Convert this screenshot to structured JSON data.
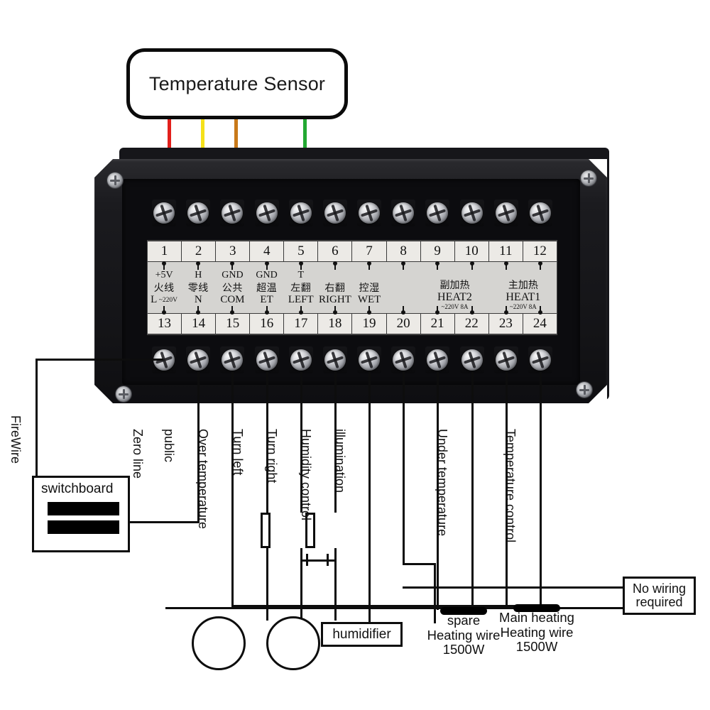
{
  "diagram": {
    "title": "Temperature Sensor",
    "sensor_box_label": "Temperature Sensor",
    "sensor_wires": [
      {
        "terminal": 1,
        "color": "#e2201c",
        "name": "red-sensor-wire"
      },
      {
        "terminal": 2,
        "color": "#f5e11a",
        "name": "yellow-sensor-wire"
      },
      {
        "terminal": 3,
        "color": "#c8791a",
        "name": "orange-sensor-wire"
      },
      {
        "terminal": 5,
        "color": "#22a832",
        "name": "green-sensor-wire"
      }
    ]
  },
  "terminal_plate": {
    "top_numbers": [
      "1",
      "2",
      "3",
      "4",
      "5",
      "6",
      "7",
      "8",
      "9",
      "10",
      "11",
      "12"
    ],
    "bottom_numbers": [
      "13",
      "14",
      "15",
      "16",
      "17",
      "18",
      "19",
      "20",
      "21",
      "22",
      "23",
      "24"
    ],
    "top_pin_labels": [
      "+5V",
      "H",
      "GND",
      "GND",
      "T",
      "",
      "",
      "",
      "",
      "",
      "",
      ""
    ],
    "bottom_labels": [
      {
        "cn": "火线",
        "en": "L",
        "extra": "~220V"
      },
      {
        "cn": "零线",
        "en": "N",
        "extra": ""
      },
      {
        "cn": "公共",
        "en": "COM",
        "extra": ""
      },
      {
        "cn": "超温",
        "en": "ET",
        "extra": ""
      },
      {
        "cn": "左翻",
        "en": "LEFT",
        "extra": ""
      },
      {
        "cn": "右翻",
        "en": "RIGHT",
        "extra": ""
      },
      {
        "cn": "控湿",
        "en": "WET",
        "extra": ""
      }
    ],
    "heat_groups": [
      {
        "cn": "副加热",
        "en": "HEAT2",
        "rating": "~220V 8A",
        "terminals": "21-22"
      },
      {
        "cn": "主加热",
        "en": "HEAT1",
        "rating": "~220V 8A",
        "terminals": "23-24"
      }
    ]
  },
  "wire_labels": {
    "firewire": "FireWire",
    "zero_line": "Zero line",
    "public": "public",
    "over_temperature": "Over temperature",
    "turn_left": "Turn left",
    "turn_right": "Turn right",
    "humidity_control": "Humidity control",
    "illumination": "illumination",
    "under_temperature": "Under temperature",
    "temperature_control": "Temperature control"
  },
  "components": {
    "switchboard": "switchboard",
    "humidifier": "humidifier",
    "no_wiring": "No wiring\nrequired",
    "no_wiring_line1": "No wiring",
    "no_wiring_line2": "required",
    "spare_heater": {
      "line1": "spare",
      "line2": "Heating wire",
      "line3": "1500W"
    },
    "main_heater": {
      "line1": "Main heating",
      "line2": "Heating wire",
      "line3": "1500W"
    }
  },
  "colors": {
    "case": "#141417",
    "plate": "#d7d7d5",
    "wire": "#0d0d0d",
    "red": "#e2201c",
    "yellow": "#f5e11a",
    "orange": "#c8791a",
    "green": "#22a832"
  }
}
